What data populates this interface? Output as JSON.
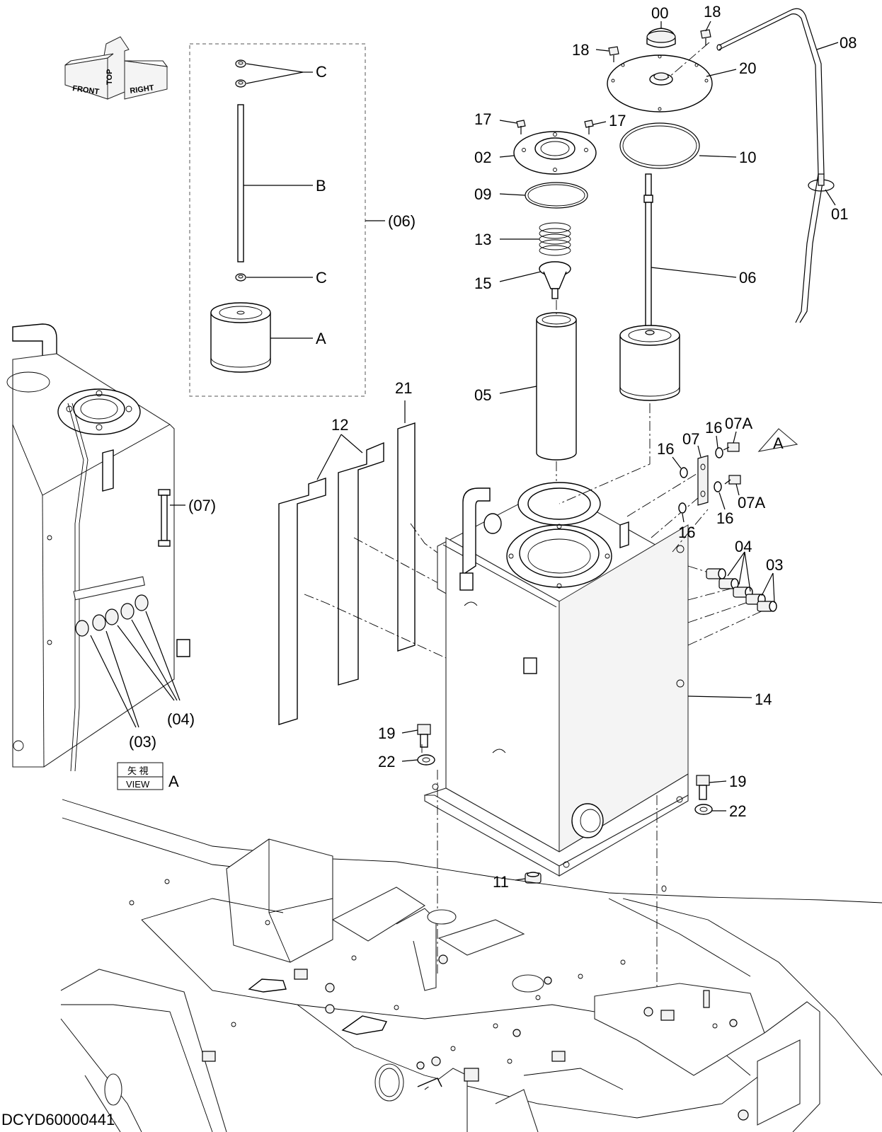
{
  "drawing_id": "DCYD60000441",
  "orientation_marker": {
    "top": "TOP",
    "front": "FRONT",
    "right": "RIGHT"
  },
  "kit_group_label": "(06)",
  "kit_components": {
    "a": "A",
    "b": "B",
    "c": "C"
  },
  "view_box": {
    "jp": "矢 視",
    "en": "VIEW",
    "letter": "A"
  },
  "view_arrow_letter": "A",
  "callouts": {
    "p00": "00",
    "p01": "01",
    "p02": "02",
    "p03": "03",
    "p04": "04",
    "p05": "05",
    "p06": "06",
    "p07": "07",
    "p07a": "07A",
    "p08": "08",
    "p09": "09",
    "p10": "10",
    "p11": "11",
    "p12": "12",
    "p13": "13",
    "p14": "14",
    "p15": "15",
    "p16": "16",
    "p17": "17",
    "p18": "18",
    "p19": "19",
    "p20": "20",
    "p21": "21",
    "p22": "22",
    "view_03": "(03)",
    "view_04": "(04)",
    "view_07": "(07)"
  }
}
